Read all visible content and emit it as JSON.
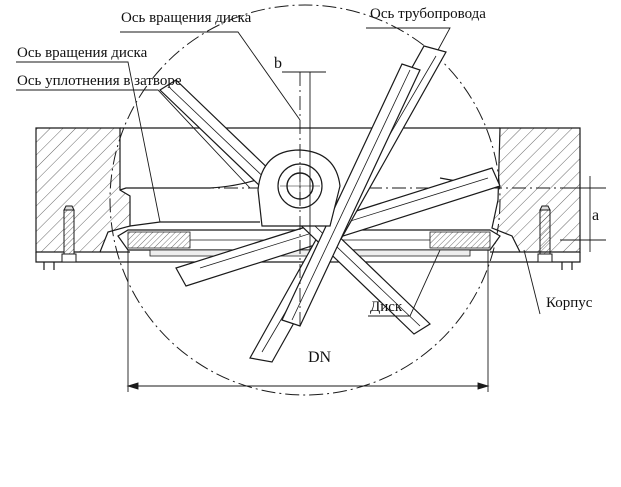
{
  "labels": {
    "disc_axis_top": "Ось вращения диска",
    "pipe_axis": "Ось трубопровода",
    "disc_axis_left": "Ось вращения диска",
    "seal_axis": "Ось уплотнения в затворе",
    "dim_b": "b",
    "dim_a": "a",
    "disk": "Диск",
    "body": "Корпус",
    "dn": "DN"
  },
  "colors": {
    "line": "#1a1a1a",
    "hatch": "#555555",
    "paper": "#ffffff"
  }
}
